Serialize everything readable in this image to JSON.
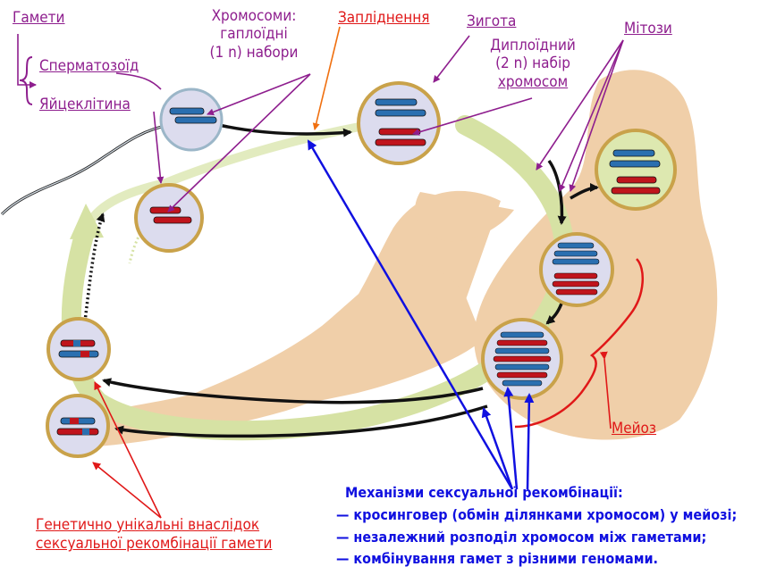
{
  "labels": {
    "gametes": "Гамети",
    "sperm": "Сперматозоїд",
    "egg": "Яйцеклітина",
    "chromosomes": [
      "Хромосоми:",
      "гаплоїдні",
      "(1 n) набори"
    ],
    "fertilization": "Запліднення",
    "zygote": "Зигота",
    "diploid": [
      "Диплоїдний",
      "(2 n) набір",
      "хромосом"
    ],
    "mitoses": "Мітози",
    "meiosis": "Мейоз",
    "unique_gametes": [
      "Генетично унікальні внаслідок",
      "сексуальної рекомбінації гамети"
    ]
  },
  "mechanisms": {
    "title": "Механізми сексуальної  рекомбінації:",
    "items": [
      "— кросинговер (обмін ділянками хромосом) у мейозі;",
      "— незалежний розподіл хромосом між гаметами;",
      "— комбінування гамет з різними геномами."
    ]
  },
  "colors": {
    "chrom_blue": "#2a6fb0",
    "chrom_red": "#c0141c",
    "cycle_arrow": "#d6e2a4",
    "cell_fill": "#dcdcee",
    "cell_border": "#c9a24a",
    "body": "#f0cfa9",
    "label_purple": "#8e1e8e",
    "label_red": "#e01818",
    "label_blue": "#1010e0"
  }
}
